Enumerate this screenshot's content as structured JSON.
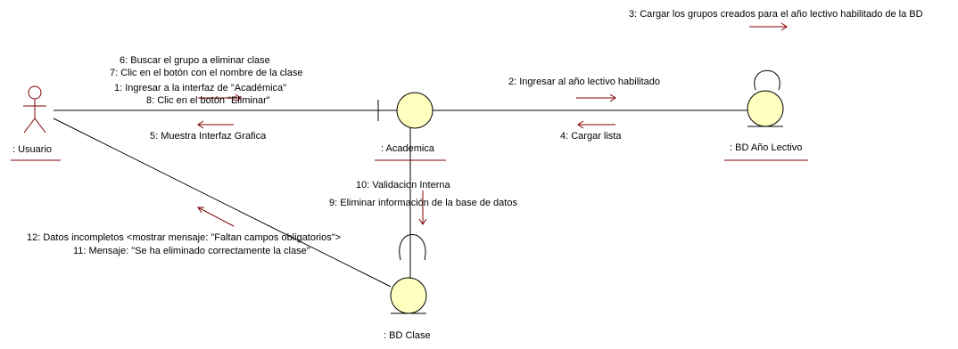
{
  "objects": {
    "usuario": ": Usuario",
    "academica": ": Academica",
    "bd_anio": ": BD Año Lectivo",
    "bd_clase": ": BD Clase"
  },
  "messages": {
    "m6": "6: Buscar el grupo a eliminar clase",
    "m7": "7: Clic en el botón con el nombre de la clase",
    "m1": "1: Ingresar a la interfaz de \"Académica\"",
    "m8": "8: Clic en el botón \"Eliminar\"",
    "m5": "5: Muestra Interfaz Grafica",
    "m2": "2: Ingresar al año lectivo habilitado",
    "m4": "4: Cargar lista",
    "m3": "3: Cargar los grupos creados para el año lectivo habilitado de la BD",
    "m10": "10: Validacion Interna",
    "m9": "9: Eliminar información de la base de datos",
    "m12": "12: Datos incompletos <mostrar mensaje: \"Faltan campos obligatorios\">",
    "m11": "11: Mensaje: \"Se ha eliminado correctamente la clase\""
  },
  "colors": {
    "object_fill": "#ffffc0",
    "message_arrow": "#800000",
    "line": "#000000"
  }
}
